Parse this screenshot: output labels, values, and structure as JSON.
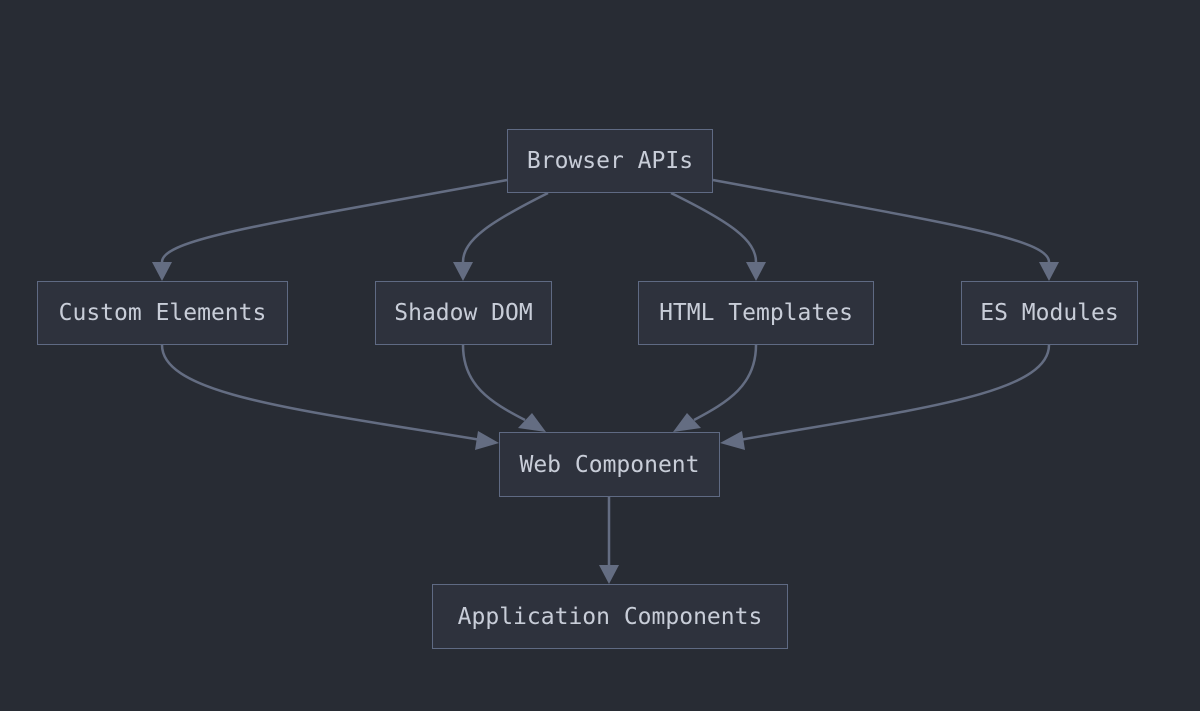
{
  "diagram": {
    "edge_color": "#646d82",
    "node_fill": "#2e323d",
    "node_border": "#5f6a83",
    "text_color": "#c8cdd8",
    "background": "#282c34",
    "nodes": {
      "browser_apis": "Browser APIs",
      "custom_elements": "Custom Elements",
      "shadow_dom": "Shadow DOM",
      "html_templates": "HTML Templates",
      "es_modules": "ES Modules",
      "web_component": "Web Component",
      "application_components": "Application Components"
    },
    "edges": [
      {
        "from": "Browser APIs",
        "to": "Custom Elements"
      },
      {
        "from": "Browser APIs",
        "to": "Shadow DOM"
      },
      {
        "from": "Browser APIs",
        "to": "HTML Templates"
      },
      {
        "from": "Browser APIs",
        "to": "ES Modules"
      },
      {
        "from": "Custom Elements",
        "to": "Web Component"
      },
      {
        "from": "Shadow DOM",
        "to": "Web Component"
      },
      {
        "from": "HTML Templates",
        "to": "Web Component"
      },
      {
        "from": "ES Modules",
        "to": "Web Component"
      },
      {
        "from": "Web Component",
        "to": "Application Components"
      }
    ]
  }
}
